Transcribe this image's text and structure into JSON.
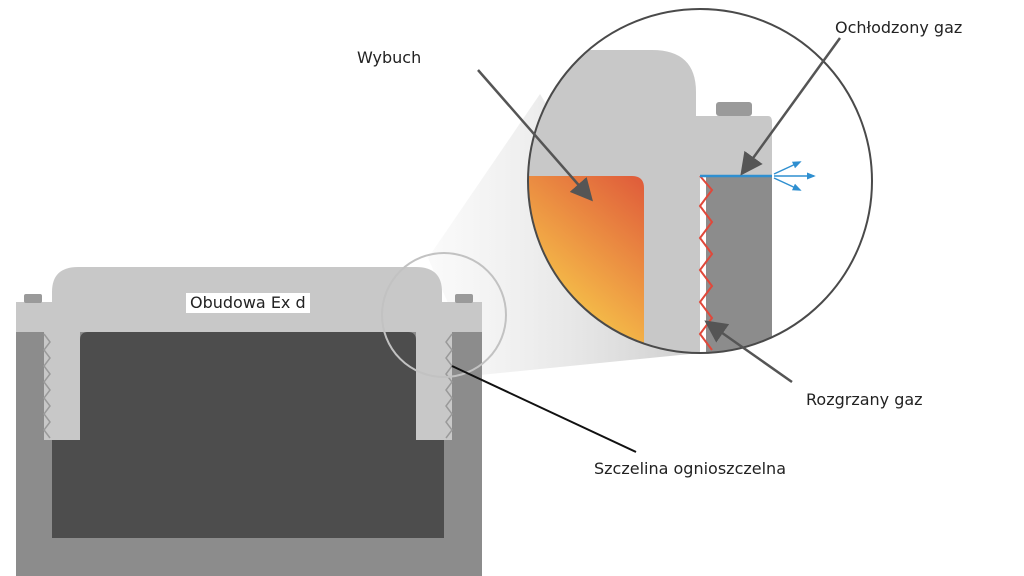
{
  "labels": {
    "explosion": "Wybuch",
    "cooled_gas": "Ochłodzony gaz",
    "enclosure": "Obudowa Ex d",
    "heated_gas": "Rozgrzany gaz",
    "flame_gap": "Szczelina ognioszczelna"
  },
  "colors": {
    "housing_light": "#c8c8c8",
    "housing_mid": "#8c8c8c",
    "cavity_dark": "#4d4d4d",
    "thread_red": "#e0483a",
    "cool_blue": "#2f8fd0",
    "flame_hot": "#e0603a",
    "flame_warm": "#f9e24e"
  }
}
